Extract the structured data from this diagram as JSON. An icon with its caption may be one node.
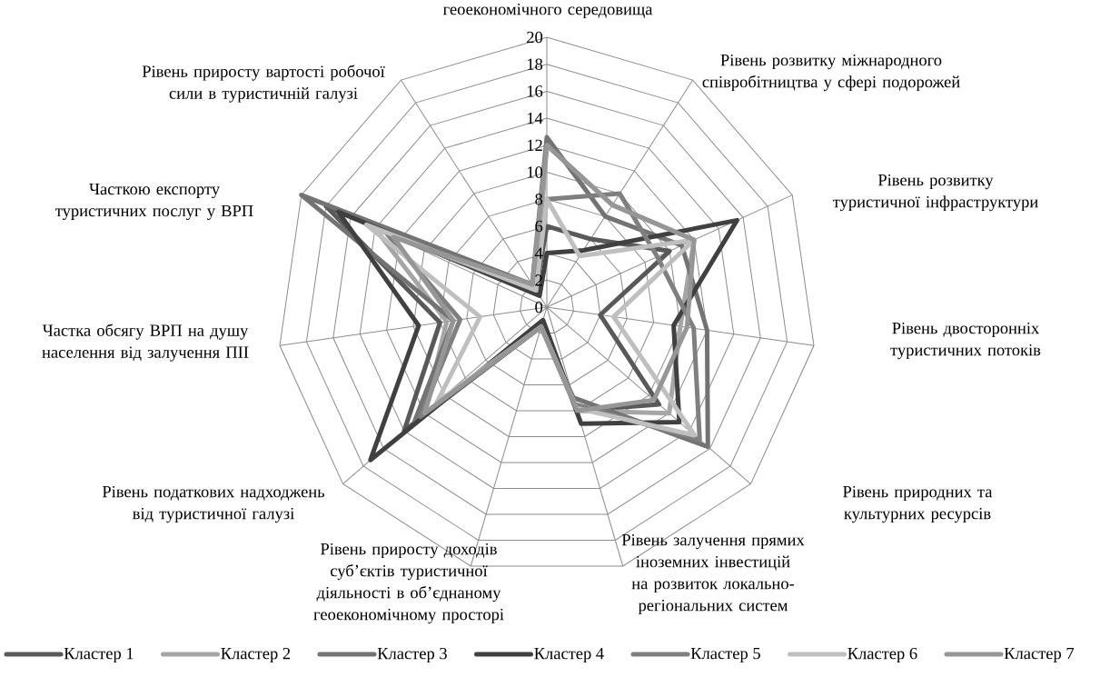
{
  "diagram": {
    "labels": [
      "геоекономічного середовища",
      "Рівень розвитку міжнародного співробітництва у сфері подорожей",
      "Рівень розвитку туристичної інфраструктури",
      "Рівень двосторонніх туристичних потоків",
      "Рівень природних та культурних ресурсів",
      "Рівень залучення прямих іноземних інвестицій на розвиток локально-регіональних систем",
      "Рівень приросту доходів суб’єктів туристичної діяльності в об’єднаному геоекономічному просторі",
      "Рівень податкових надходжень від туристичної галузі",
      "Частка обсягу ВРП на душу населення від залучення ПІІ",
      "Часткою експорту туристичних послуг у ВРП",
      "Рівень приросту вартості робочої сили в туристичній галузі",
      "20",
      "18",
      "16",
      "14",
      "12",
      "10",
      "8",
      "6",
      "4",
      "2",
      "0"
    ],
    "legend": [
      {
        "text": "Кластер 1"
      },
      {
        "text": "Кластер 2"
      },
      {
        "text": "Кластер 3"
      },
      {
        "text": "Кластер 4"
      },
      {
        "text": "Кластер 5"
      },
      {
        "text": "Кластер 6"
      },
      {
        "text": "Кластер 7"
      }
    ]
  }
}
